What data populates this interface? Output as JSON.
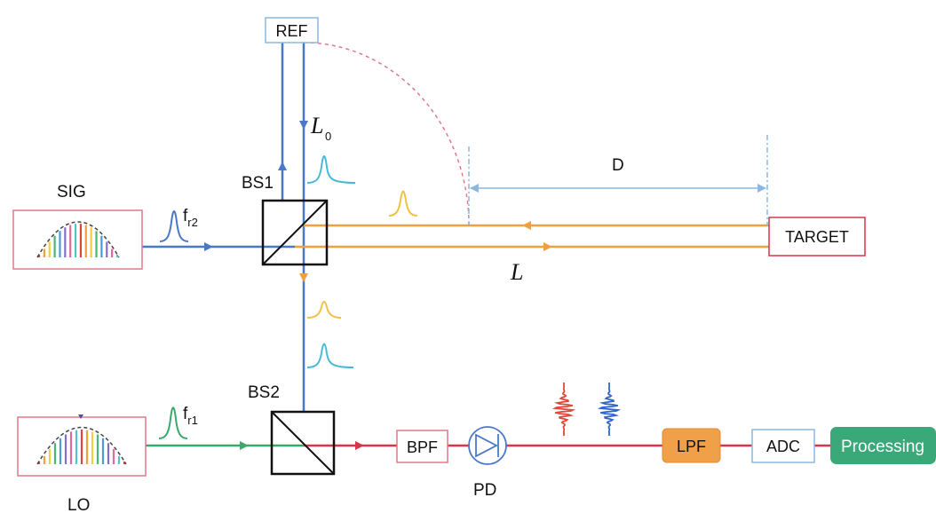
{
  "labels": {
    "ref": "REF",
    "l0": "L",
    "l0_sub": "0",
    "bs1": "BS1",
    "bs2": "BS2",
    "sig": "SIG",
    "lo": "LO",
    "fr2": "f",
    "fr2_sub": "r2",
    "fr1": "f",
    "fr1_sub": "r1",
    "d": "D",
    "l": "L",
    "target": "TARGET",
    "bpf": "BPF",
    "pd": "PD",
    "lpf": "LPF",
    "adc": "ADC",
    "processing": "Processing"
  },
  "colors": {
    "blue_beam": "#4a78c8",
    "orange_beam": "#f0a040",
    "green_beam": "#3aa86a",
    "red_beam": "#d8344a",
    "pink_box": "#e07a8a",
    "light_blue_box": "#8ab8e0",
    "lpf_fill": "#f0a048",
    "processing_fill": "#3aa878",
    "pulse_cyan": "#4ab8d8",
    "pulse_yellow": "#f0c040",
    "pulse_red": "#e04838",
    "pulse_blue": "#2f66c8"
  }
}
